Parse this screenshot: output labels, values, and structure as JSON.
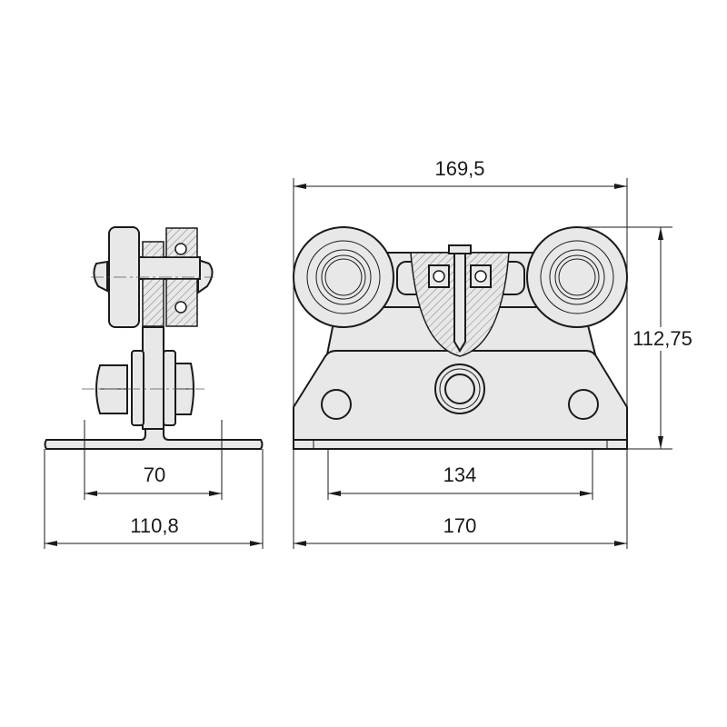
{
  "drawing": {
    "side_view": {
      "dimensions": {
        "inner_width": "70",
        "total_width": "110,8"
      }
    },
    "front_view": {
      "dimensions": {
        "top_width": "169,5",
        "height": "112,75",
        "hole_spacing": "134",
        "base_width": "170"
      }
    }
  },
  "colors": {
    "line": "#1a1a1a",
    "fill": "#e8e8e8"
  }
}
